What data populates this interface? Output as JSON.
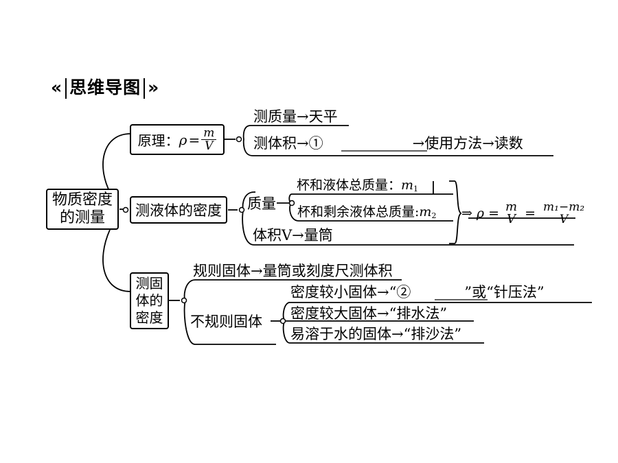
{
  "heading": {
    "left_arrows": "«",
    "title": "思维导图",
    "right_arrows": "»"
  },
  "root": {
    "line1": "物质密度",
    "line2": "的测量"
  },
  "principle": {
    "label": "原理：",
    "rho": "ρ",
    "eq": "=",
    "num": "m",
    "den": "V",
    "items": [
      {
        "text": "测质量→天平"
      },
      {
        "text_pre": "测体积→①",
        "text_post": "→使用方法→读数"
      }
    ]
  },
  "liquid": {
    "label": "测液体的密度",
    "mass_label": "质量",
    "mass_items": [
      {
        "text": "杯和液体总质量：",
        "sym": "m",
        "sub": "1"
      },
      {
        "text": "杯和剩余液体总质量:",
        "sym": "m",
        "sub": "2"
      }
    ],
    "volume_item": "体积V→量筒",
    "formula": {
      "arrow": "⇒",
      "rho": "ρ",
      "eq1": "=",
      "num1": "m",
      "den1": "V",
      "eq2": "=",
      "num2": "m₁−m₂",
      "den2": "V"
    }
  },
  "solid": {
    "label_l1": "测固",
    "label_l2": "体的",
    "label_l3": "密度",
    "regular": "规则固体→量筒或刻度尺测体积",
    "irregular_label": "不规则固体",
    "irregular_items": [
      {
        "pre": "密度较小固体→“②",
        "post": "”或“针压法”"
      },
      {
        "text": "密度较大固体→“排水法”"
      },
      {
        "text": "易溶于水的固体→“排沙法”"
      }
    ]
  }
}
